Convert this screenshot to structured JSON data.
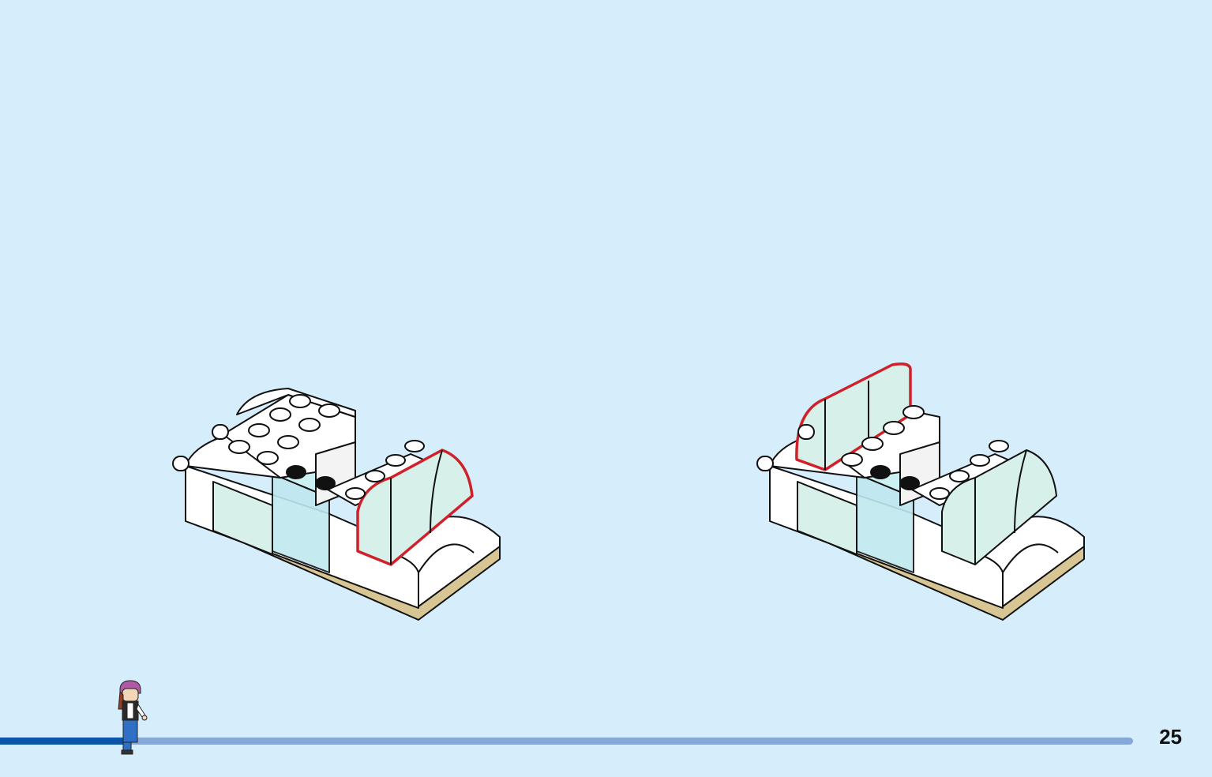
{
  "page_number": "25",
  "progress": {
    "fraction": 0.11
  },
  "steps": [
    {
      "highlight": "curved-slope-front"
    },
    {
      "highlight": "curved-slope-back"
    }
  ],
  "colors": {
    "background": "#d6edfb",
    "progress_done": "#0a55a8",
    "progress_remaining": "#86a8d8",
    "highlight": "#d0202a",
    "brick_white": "#ffffff",
    "brick_mint": "#d7f1ea",
    "trans_clear": "#bfe8ef",
    "plate_tan": "#d8c594",
    "stud_black": "#111111"
  }
}
